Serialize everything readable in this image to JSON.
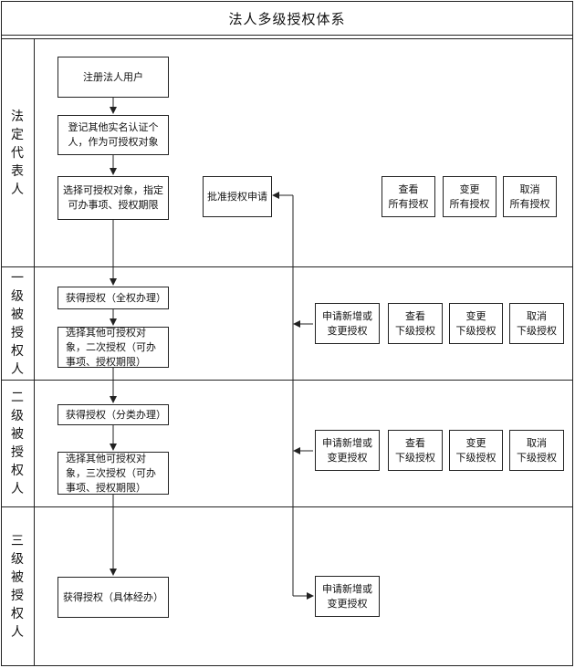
{
  "title": "法人多级授权体系",
  "lanes": [
    {
      "label": "法定代表人",
      "chars": [
        "法",
        "定",
        "代",
        "表",
        "人"
      ]
    },
    {
      "label": "一级被授权人",
      "chars": [
        "一",
        "级",
        "被",
        "授",
        "权",
        "人"
      ]
    },
    {
      "label": "二级被授权人",
      "chars": [
        "二",
        "级",
        "被",
        "授",
        "权",
        "人"
      ]
    },
    {
      "label": "三级被授权人",
      "chars": [
        "三",
        "级",
        "被",
        "授",
        "权",
        "人"
      ]
    }
  ],
  "nodes": {
    "register": "注册法人用户",
    "enroll": "登记其他实名认证个人，作为可授权对象",
    "select_first": "选择可授权对象，指定可办事项、授权期限",
    "approve": "批准授权申请",
    "view_all": "查看\n所有授权",
    "change_all": "变更\n所有授权",
    "cancel_all": "取消\n所有授权",
    "get_full": "获得授权（全权办理）",
    "select_second": "选择其他可授权对象，二次授权（可办事项、授权期限）",
    "apply_1": "申请新增或\n变更授权",
    "view_sub_1": "查看\n下级授权",
    "change_sub_1": "变更\n下级授权",
    "cancel_sub_1": "取消\n下级授权",
    "get_category": "获得授权（分类办理）",
    "select_third": "选择其他可授权对象，三次授权（可办事项、授权期限）",
    "apply_2": "申请新增或\n变更授权",
    "view_sub_2": "查看\n下级授权",
    "change_sub_2": "变更\n下级授权",
    "cancel_sub_2": "取消\n下级授权",
    "get_specific": "获得授权（具体经办）",
    "apply_3": "申请新增或\n变更授权"
  }
}
